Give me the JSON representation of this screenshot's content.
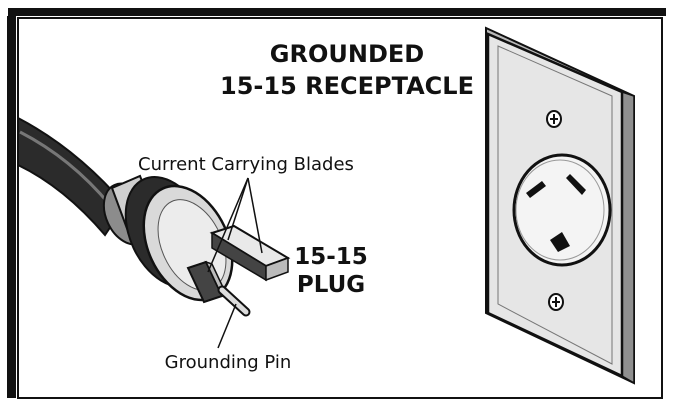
{
  "diagram": {
    "title_line1": "GROUNDED",
    "title_line2": "15-15 RECEPTACLE",
    "plug_line1": "15-15",
    "plug_line2": "PLUG",
    "blades_label": "Current Carrying Blades",
    "pin_label": "Grounding Pin"
  },
  "colors": {
    "ink": "#111111",
    "plate": "#e6e6e6",
    "plate_shadow": "#b9b9b9",
    "cord": "#2b2b2b",
    "body_light": "#d9d9d9"
  }
}
